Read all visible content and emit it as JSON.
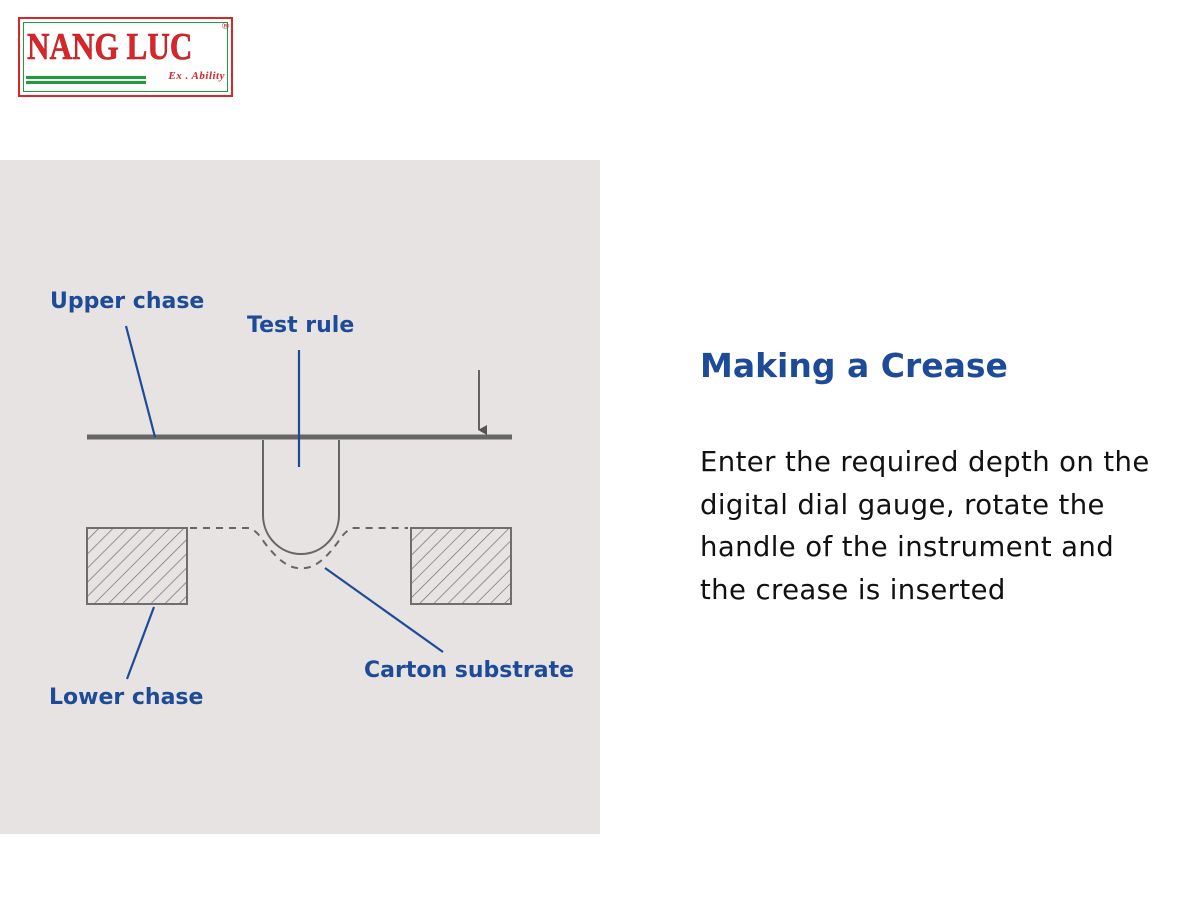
{
  "logo": {
    "name": "NANG LUC",
    "tagline": "Ex . Ability",
    "registered": "®"
  },
  "diagram": {
    "labels": {
      "upper_chase": "Upper chase",
      "test_rule": "Test rule",
      "lower_chase": "Lower chase",
      "carton_substrate": "Carton substrate"
    }
  },
  "content": {
    "title": "Making a Crease",
    "body": "Enter the required depth on the digital dial gauge, rotate the handle of the instrument and the crease is inserted"
  },
  "colors": {
    "label_blue": "#1e4b97",
    "panel_bg": "#e7e3e3",
    "logo_red": "#d8262b",
    "logo_green": "#1f9a3d"
  }
}
